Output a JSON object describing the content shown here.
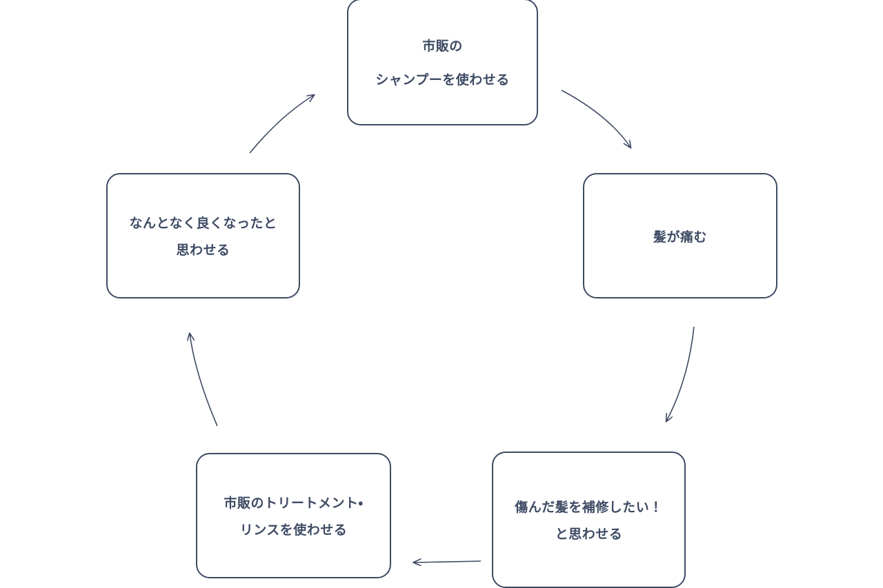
{
  "diagram": {
    "type": "cycle-flowchart",
    "direction": "clockwise",
    "background_color": "#ffffff",
    "node_border_color": "#3e4a63",
    "node_text_color": "#3d4a63",
    "arrow_color": "#3e4a63",
    "nodes": [
      {
        "id": "shampoo",
        "position": "top",
        "lines": [
          "市販の",
          "シャンプーを使わせる"
        ]
      },
      {
        "id": "damage",
        "position": "right",
        "lines": [
          "髪が痛む"
        ]
      },
      {
        "id": "repair",
        "position": "bottom-right",
        "lines": [
          "傷んだ髪を補修したい！",
          "と思わせる"
        ]
      },
      {
        "id": "treatment",
        "position": "bottom-left",
        "lines": [
          "市販のトリートメント・",
          "リンスを使わせる"
        ]
      },
      {
        "id": "feelgood",
        "position": "left",
        "lines": [
          "なんとなく良くなったと",
          "思わせる"
        ]
      }
    ],
    "arrows": [
      {
        "id": "shampoo-to-damage",
        "from": "shampoo",
        "to": "damage",
        "style": "curved"
      },
      {
        "id": "damage-to-repair",
        "from": "damage",
        "to": "repair",
        "style": "curved"
      },
      {
        "id": "repair-to-treatment",
        "from": "repair",
        "to": "treatment",
        "style": "straight"
      },
      {
        "id": "treatment-to-feelgood",
        "from": "treatment",
        "to": "feelgood",
        "style": "curved"
      },
      {
        "id": "feelgood-to-shampoo",
        "from": "feelgood",
        "to": "shampoo",
        "style": "curved"
      }
    ]
  }
}
